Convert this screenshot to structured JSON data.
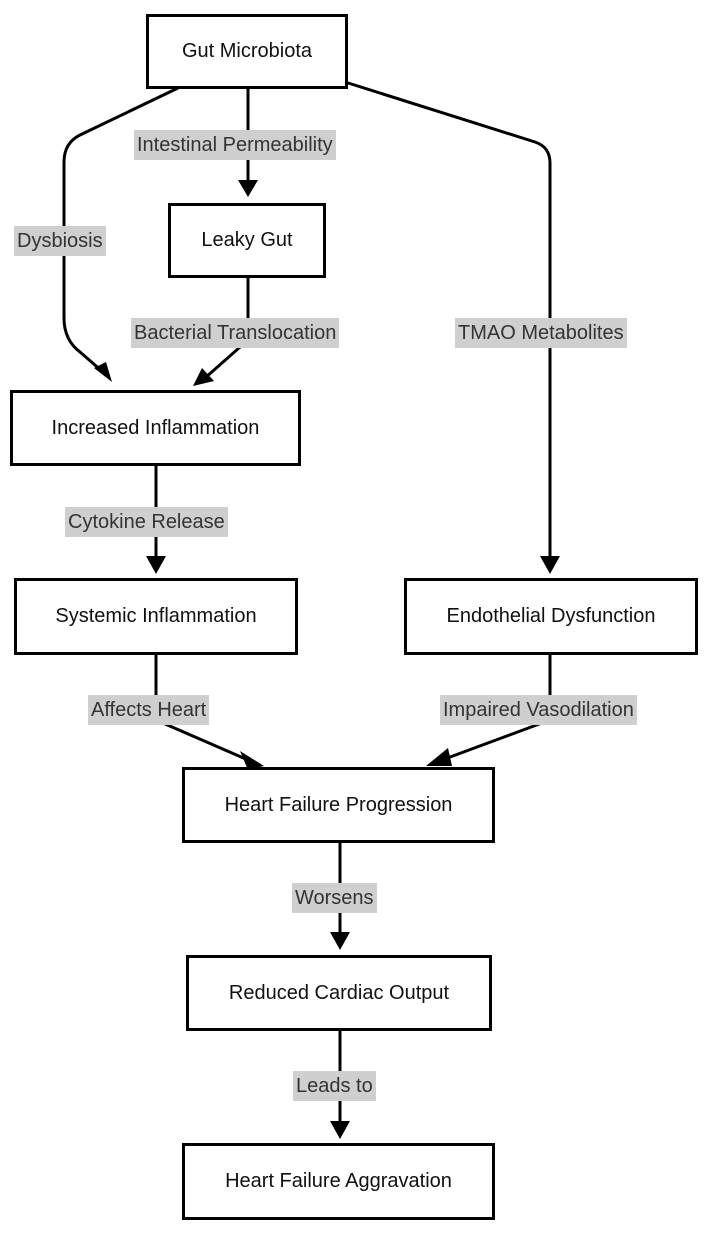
{
  "nodes": {
    "gut_microbiota": "Gut Microbiota",
    "leaky_gut": "Leaky Gut",
    "increased_inflammation": "Increased Inflammation",
    "systemic_inflammation": "Systemic Inflammation",
    "endothelial_dysfunction": "Endothelial Dysfunction",
    "heart_failure_progression": "Heart Failure Progression",
    "reduced_cardiac_output": "Reduced Cardiac Output",
    "heart_failure_aggravation": "Heart Failure Aggravation"
  },
  "edges": {
    "intestinal_permeability": "Intestinal Permeability",
    "dysbiosis": "Dysbiosis",
    "bacterial_translocation": "Bacterial Translocation",
    "tmao_metabolites": "TMAO Metabolites",
    "cytokine_release": "Cytokine Release",
    "affects_heart": "Affects Heart",
    "impaired_vasodilation": "Impaired Vasodilation",
    "worsens": "Worsens",
    "leads_to": "Leads to"
  },
  "colors": {
    "node_border": "#000000",
    "edge_stroke": "#000000",
    "label_background": "#cfcfcf",
    "label_text": "#333333"
  }
}
